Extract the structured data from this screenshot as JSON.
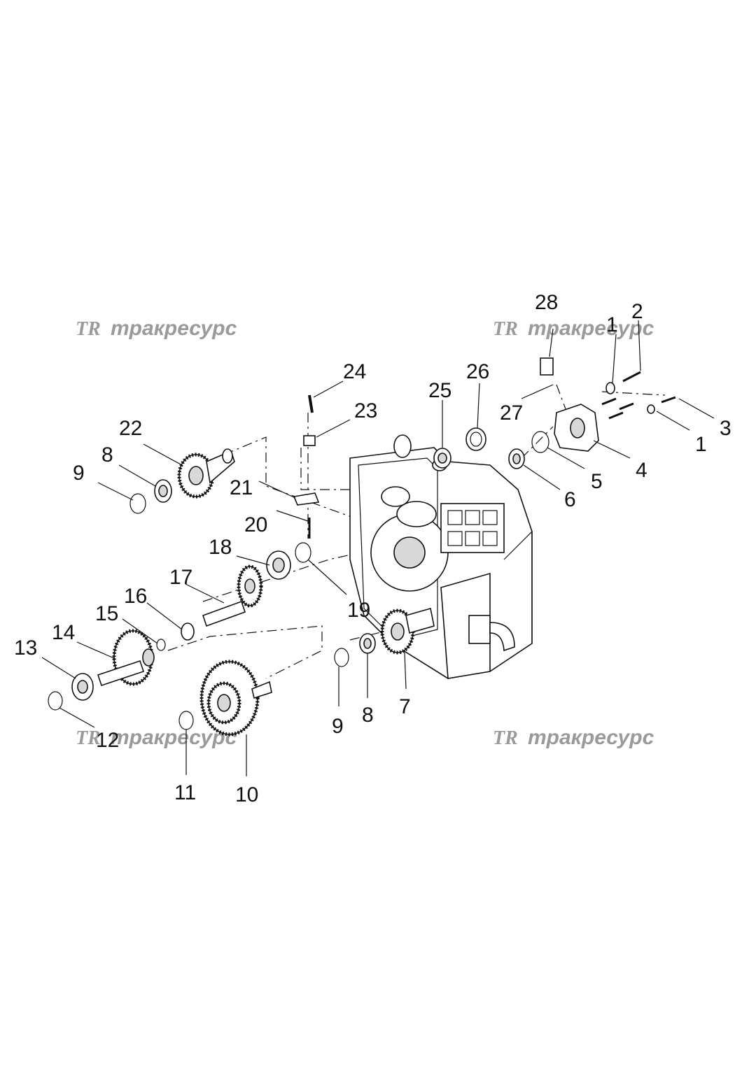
{
  "watermark": {
    "logo": "TR",
    "text": "тракресурс"
  },
  "callouts": [
    "1",
    "1",
    "2",
    "3",
    "4",
    "5",
    "6",
    "7",
    "8",
    "8",
    "9",
    "9",
    "10",
    "11",
    "12",
    "13",
    "14",
    "15",
    "16",
    "17",
    "18",
    "19",
    "20",
    "21",
    "22",
    "23",
    "24",
    "25",
    "26",
    "27",
    "28"
  ]
}
